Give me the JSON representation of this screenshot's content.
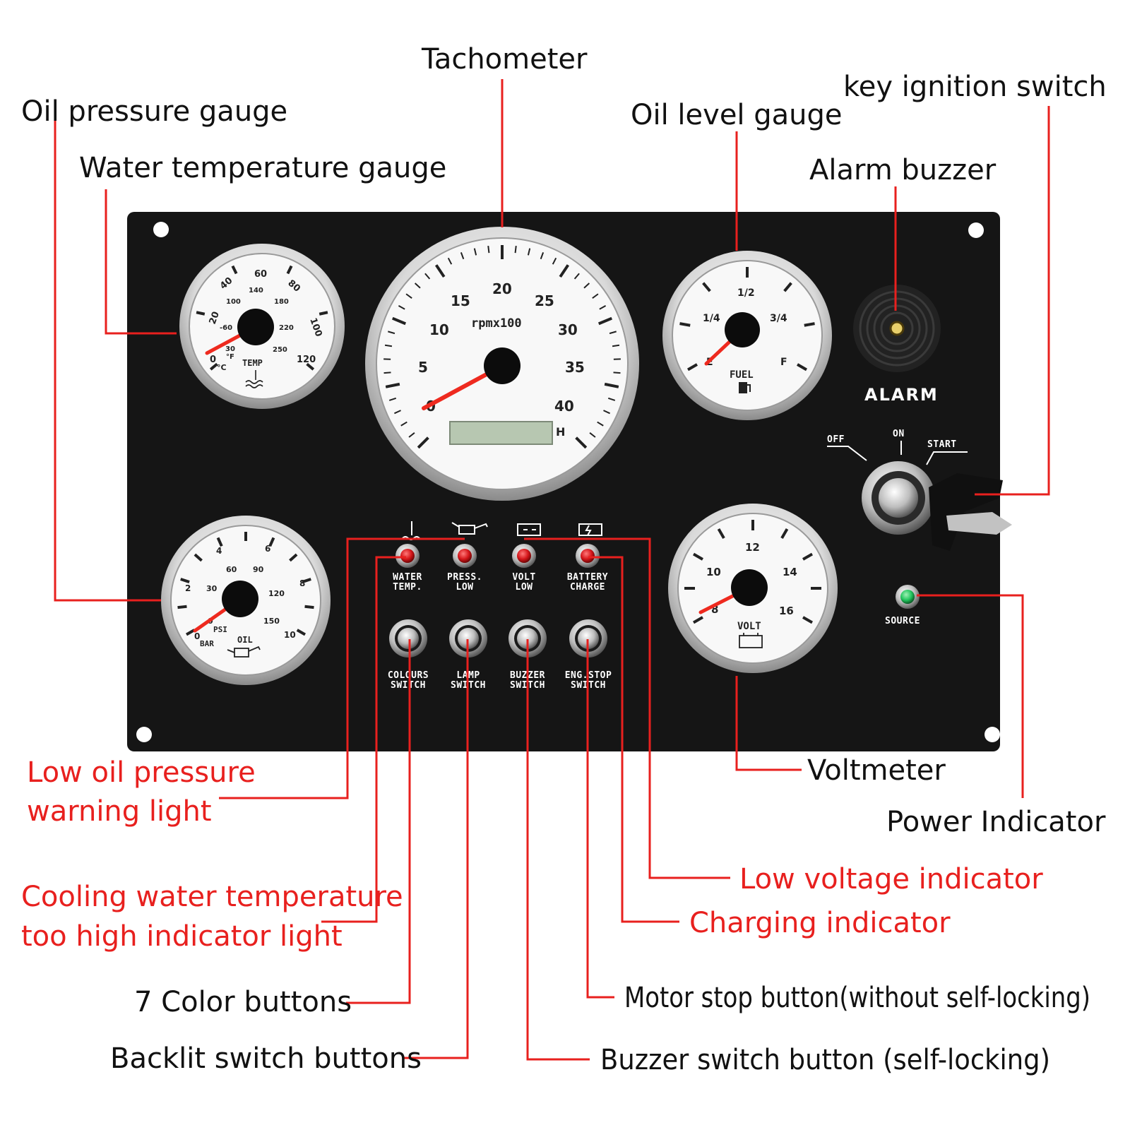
{
  "callouts": {
    "tachometer": "Tachometer",
    "key_ignition_switch": "key ignition switch",
    "oil_pressure_gauge": "Oil pressure gauge",
    "oil_level_gauge": "Oil level gauge",
    "water_temperature_gauge": "Water temperature gauge",
    "alarm_buzzer": "Alarm buzzer",
    "low_oil_pressure_1": "Low oil pressure",
    "low_oil_pressure_2": "warning light",
    "voltmeter": "Voltmeter",
    "power_indicator": "Power Indicator",
    "low_voltage_indicator": "Low voltage indicator",
    "cooling_water_1": "Cooling water temperature",
    "cooling_water_2": "too high indicator light",
    "charging_indicator": "Charging indicator",
    "color_buttons": "7 Color buttons",
    "motor_stop_button": "Motor stop button(without self-locking)",
    "backlit_switch_buttons": "Backlit switch buttons",
    "buzzer_switch_button": "Buzzer switch button (self-locking)"
  },
  "panel": {
    "alarm_label": "ALARM",
    "ignition": {
      "off": "OFF",
      "on": "ON",
      "start": "START"
    },
    "source_label": "SOURCE",
    "indicator_lights": [
      {
        "line1": "WATER",
        "line2": "TEMP.",
        "color": "#d4161a"
      },
      {
        "line1": "PRESS.",
        "line2": "LOW",
        "color": "#d4161a"
      },
      {
        "line1": "VOLT",
        "line2": "LOW",
        "color": "#d4161a"
      },
      {
        "line1": "BATTERY",
        "line2": "CHARGE",
        "color": "#d4161a"
      }
    ],
    "switches": [
      {
        "line1": "COLOURS",
        "line2": "SWITCH"
      },
      {
        "line1": "LAMP",
        "line2": "SWITCH"
      },
      {
        "line1": "BUZZER",
        "line2": "SWITCH"
      },
      {
        "line1": "ENG.STOP",
        "line2": "SWITCH"
      }
    ],
    "source_color": "#22c55e"
  },
  "gauges": {
    "temp": {
      "label": "TEMP",
      "celsius": [
        "20",
        "40",
        "60",
        "80",
        "100",
        "120"
      ],
      "celsius_zero": "0",
      "celsius_unit": "°C",
      "fahrenheit": [
        "-60",
        "100",
        "140",
        "180",
        "220",
        "250"
      ],
      "fahrenheit_low": "30",
      "fahrenheit_unit": "°F"
    },
    "tach": {
      "unit": "rpmx100",
      "numbers": [
        "0",
        "5",
        "10",
        "15",
        "20",
        "25",
        "30",
        "35",
        "40"
      ],
      "hour_mark": "H"
    },
    "fuel": {
      "label": "FUEL",
      "marks": [
        "E",
        "1/4",
        "1/2",
        "3/4",
        "F"
      ]
    },
    "oil": {
      "label": "OIL",
      "bar": [
        "0",
        "2",
        "4",
        "6",
        "8",
        "10"
      ],
      "bar_unit": "BAR",
      "psi": [
        "0",
        "30",
        "60",
        "90",
        "120",
        "150"
      ],
      "psi_unit": "PSI"
    },
    "volt": {
      "label": "VOLT",
      "numbers": [
        "8",
        "10",
        "12",
        "14",
        "16"
      ]
    }
  },
  "colors": {
    "panel": "#151515",
    "accent_red": "#e8201e",
    "needle": "#ee2a1f",
    "dial_face": "#f8f8f8",
    "lcd": "#b7c7b1"
  }
}
